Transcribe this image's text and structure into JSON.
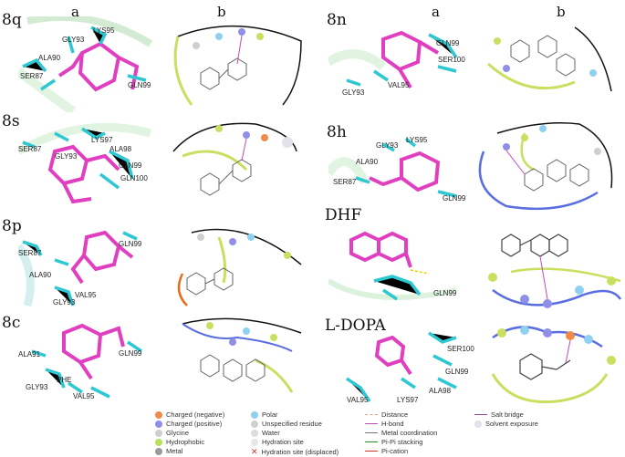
{
  "columns": [
    "a",
    "b"
  ],
  "left": {
    "rows": [
      {
        "label": "8q",
        "residues": [
          "GLY93",
          "LYS95",
          "ALA90",
          "SER87",
          "GLN99"
        ]
      },
      {
        "label": "8s",
        "residues": [
          "LYS97",
          "GLY93",
          "ALA98",
          "GLN99",
          "SER87",
          "GLN100"
        ]
      },
      {
        "label": "8p",
        "residues": [
          "GLN99",
          "SER87",
          "ALA90",
          "GLY93",
          "VAL95"
        ]
      },
      {
        "label": "8c",
        "residues": [
          "ALA91",
          "GLN99",
          "GLY93",
          "PHE",
          "VAL95"
        ]
      }
    ]
  },
  "right": {
    "rows": [
      {
        "label": "8n",
        "residues": [
          "GLN99",
          "SER100",
          "VAL95",
          "GLY93"
        ]
      },
      {
        "label": "8h",
        "residues": [
          "GLY93",
          "LYS95",
          "ALA90",
          "SER87",
          "GLN99"
        ]
      },
      {
        "label": "DHF",
        "residues": [
          "GLN99"
        ]
      },
      {
        "label": "L-DOPA",
        "residues": [
          "SER100",
          "GLN99",
          "ALA98",
          "VAL95",
          "LYS97"
        ]
      }
    ]
  },
  "legend": [
    {
      "label": "Charged (negative)",
      "kind": "dot",
      "color": "#f08a4b"
    },
    {
      "label": "Charged (positive)",
      "kind": "dot",
      "color": "#8f8fe8"
    },
    {
      "label": "Glycine",
      "kind": "dot",
      "color": "#cfcfcf"
    },
    {
      "label": "Hydrophobic",
      "kind": "dot",
      "color": "#b8e05a"
    },
    {
      "label": "Metal",
      "kind": "dot",
      "color": "#9a9a9a"
    },
    {
      "label": "Polar",
      "kind": "dot",
      "color": "#8fd0f0"
    },
    {
      "label": "Unspecified residue",
      "kind": "dot",
      "color": "#d0d0d0"
    },
    {
      "label": "Water",
      "kind": "dot",
      "color": "#dddddd"
    },
    {
      "label": "Hydration site",
      "kind": "dot",
      "color": "#e6e6e6"
    },
    {
      "label": "Hydration site (displaced)",
      "kind": "x",
      "color": "#d9342b"
    },
    {
      "label": "Distance",
      "kind": "line",
      "color": "#e9a27c"
    },
    {
      "label": "H-bond",
      "kind": "line",
      "color": "#c04cc0"
    },
    {
      "label": "Metal coordination",
      "kind": "line",
      "color": "#777777"
    },
    {
      "label": "Pi-Pi stacking",
      "kind": "line",
      "color": "#2d8a2d"
    },
    {
      "label": "Pi-cation",
      "kind": "line",
      "color": "#d9342b"
    },
    {
      "label": "Salt bridge",
      "kind": "line",
      "color": "#a040a0"
    },
    {
      "label": "Solvent exposure",
      "kind": "dot",
      "color": "#e2e2ea"
    }
  ]
}
